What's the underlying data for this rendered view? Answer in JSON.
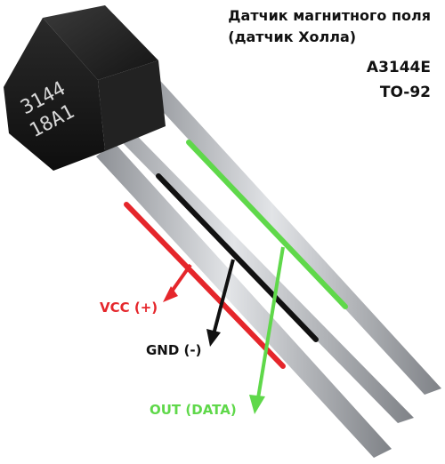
{
  "title": {
    "line1": "Датчик магнитного поля",
    "line2": "(датчик Холла)"
  },
  "spec": {
    "model": "A3144E",
    "package": "TO-92"
  },
  "chip": {
    "marking_line1": "3144",
    "marking_line2": "18A1"
  },
  "pins": {
    "vcc": "VCC (+)",
    "gnd": "GND (-)",
    "out": "OUT (DATA)"
  },
  "colors": {
    "vcc": "#e5262b",
    "gnd": "#111111",
    "out": "#5fd84a",
    "body": "#1b1b1b",
    "metal": "#b9bcc0"
  }
}
